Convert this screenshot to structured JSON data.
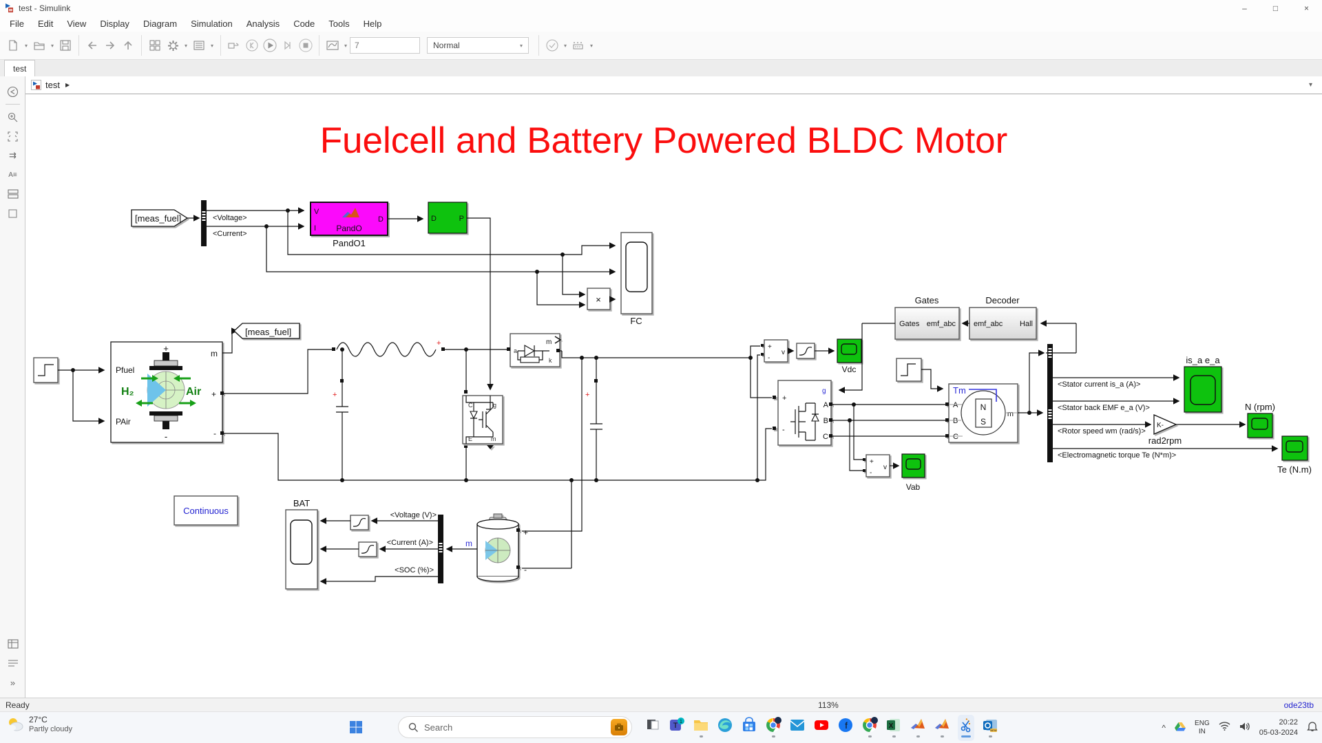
{
  "w": {
    "title": "test - Simulink"
  },
  "menu": [
    "File",
    "Edit",
    "View",
    "Display",
    "Diagram",
    "Simulation",
    "Analysis",
    "Code",
    "Tools",
    "Help"
  ],
  "tb": {
    "stop_time": "7",
    "mode": "Normal"
  },
  "tab": {
    "name": "test"
  },
  "crumb": {
    "model": "test"
  },
  "icons": {
    "minimize": "–",
    "maximize": "□",
    "close": "×",
    "caret": "▾",
    "crumb": "▶",
    "chev_up": "^",
    "more": "»",
    "dblarrow": "⇉",
    "annot": "A≡"
  },
  "sb": {
    "ready": "Ready",
    "zoom": "113%",
    "solver": "ode23tb"
  },
  "tk": {
    "temp": "27°C",
    "cond": "Partly cloudy",
    "search": "Search",
    "lang1": "ENG",
    "lang2": "IN",
    "time": "20:22",
    "date": "05-03-2024"
  },
  "c": {
    "title": "Fuelcell and Battery Powered BLDC Motor",
    "tag_from": "[meas_fuel]",
    "tag_goto": "[meas_fuel]",
    "bus1": {
      "o1": "<Voltage>",
      "o2": "<Current>"
    },
    "pando": {
      "p1": "V",
      "p2": "I",
      "p3": "D",
      "name": "PandO",
      "label": "PandO1"
    },
    "conv": {
      "p1": "D",
      "p2": "P"
    },
    "fc": {
      "label": "FC"
    },
    "prod": {
      "op": "×"
    },
    "cell": {
      "p1": "Pfuel",
      "p2": "PAir",
      "pm": "m",
      "pp": "+",
      "pn": "-",
      "h2": "H₂",
      "air": "Air",
      "tp": "+",
      "bn": "-"
    },
    "igbt": {
      "c": "C",
      "g": "g",
      "e": "E",
      "m": "m"
    },
    "diode": {
      "a": "a",
      "k": "k",
      "m": "m"
    },
    "pg": {
      "label": "Continuous"
    },
    "bat": {
      "label": "BAT"
    },
    "bus2": {
      "o1": "<Voltage (V)>",
      "o2": "<Current (A)>",
      "o3": "<SOC (%)>",
      "m": "m"
    },
    "batt": {
      "pp": "+",
      "pn": "-"
    },
    "vm1": {
      "pp": "+",
      "pn": "-",
      "v": "v"
    },
    "vdc": {
      "label": "Vdc"
    },
    "inv": {
      "pp": "+",
      "pn": "-",
      "g": "g",
      "a": "A",
      "b": "B",
      "c": "C"
    },
    "vm2": {
      "pp": "+",
      "pn": "-",
      "v": "v"
    },
    "vab": {
      "label": "Vab"
    },
    "mot": {
      "tm": "Tm",
      "a": "A",
      "b": "B",
      "c": "C",
      "m": "m",
      "n": "N",
      "s": "S"
    },
    "gates": {
      "title": "Gates",
      "pl": "Gates",
      "pr": "emf_abc"
    },
    "dec": {
      "title": "Decoder",
      "pl": "emf_abc",
      "pr": "Hall"
    },
    "bus3": {
      "l1": "<Stator current is_a (A)>",
      "l2": "<Stator back EMF e_a (V)>",
      "l3": "<Rotor speed wm (rad/s)>",
      "l4": "<Electromagnetic torque Te (N*m)>"
    },
    "gain": {
      "k": "K-",
      "label": "rad2rpm"
    },
    "isa": {
      "label": "is_a e_a"
    },
    "nrpm": {
      "label": "N (rpm)"
    },
    "te": {
      "label": "Te (N.m)"
    }
  }
}
